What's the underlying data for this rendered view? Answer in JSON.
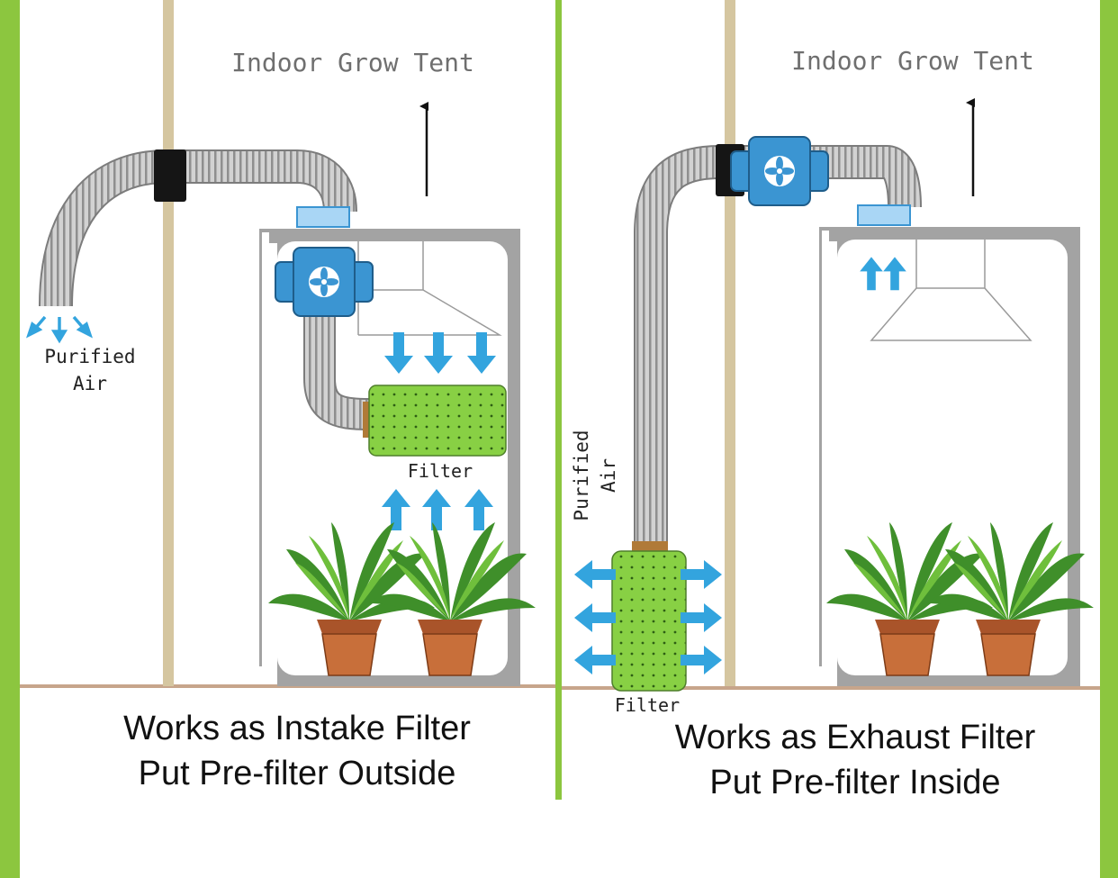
{
  "colors": {
    "frame_green": "#8cc63f",
    "duct_silver": "#c7c7c7",
    "fan_blue": "#3b95d2",
    "arrow_blue": "#33a4de",
    "filter_green": "#88d044",
    "tent_grey": "#a3a3a3",
    "pole_tan": "#d5c6a0",
    "pot_terracotta": "#c86f3a",
    "leaf_green": "#3f8f2a"
  },
  "icons": [
    "fan-icon",
    "up-arrow-icon",
    "airflow-arrow-icon",
    "plant-icon"
  ],
  "left_panel": {
    "tent_label": "Indoor Grow Tent",
    "outlet_label_line1": "Purified",
    "outlet_label_line2": "Air",
    "filter_label": "Filter",
    "caption_line1": "Works as Instake Filter",
    "caption_line2": "Put Pre-filter Outside"
  },
  "right_panel": {
    "tent_label": "Indoor Grow Tent",
    "outlet_label_line1": "Purified",
    "outlet_label_line2": "Air",
    "filter_label": "Filter",
    "caption_line1": "Works as Exhaust Filter",
    "caption_line2": "Put Pre-filter Inside"
  }
}
